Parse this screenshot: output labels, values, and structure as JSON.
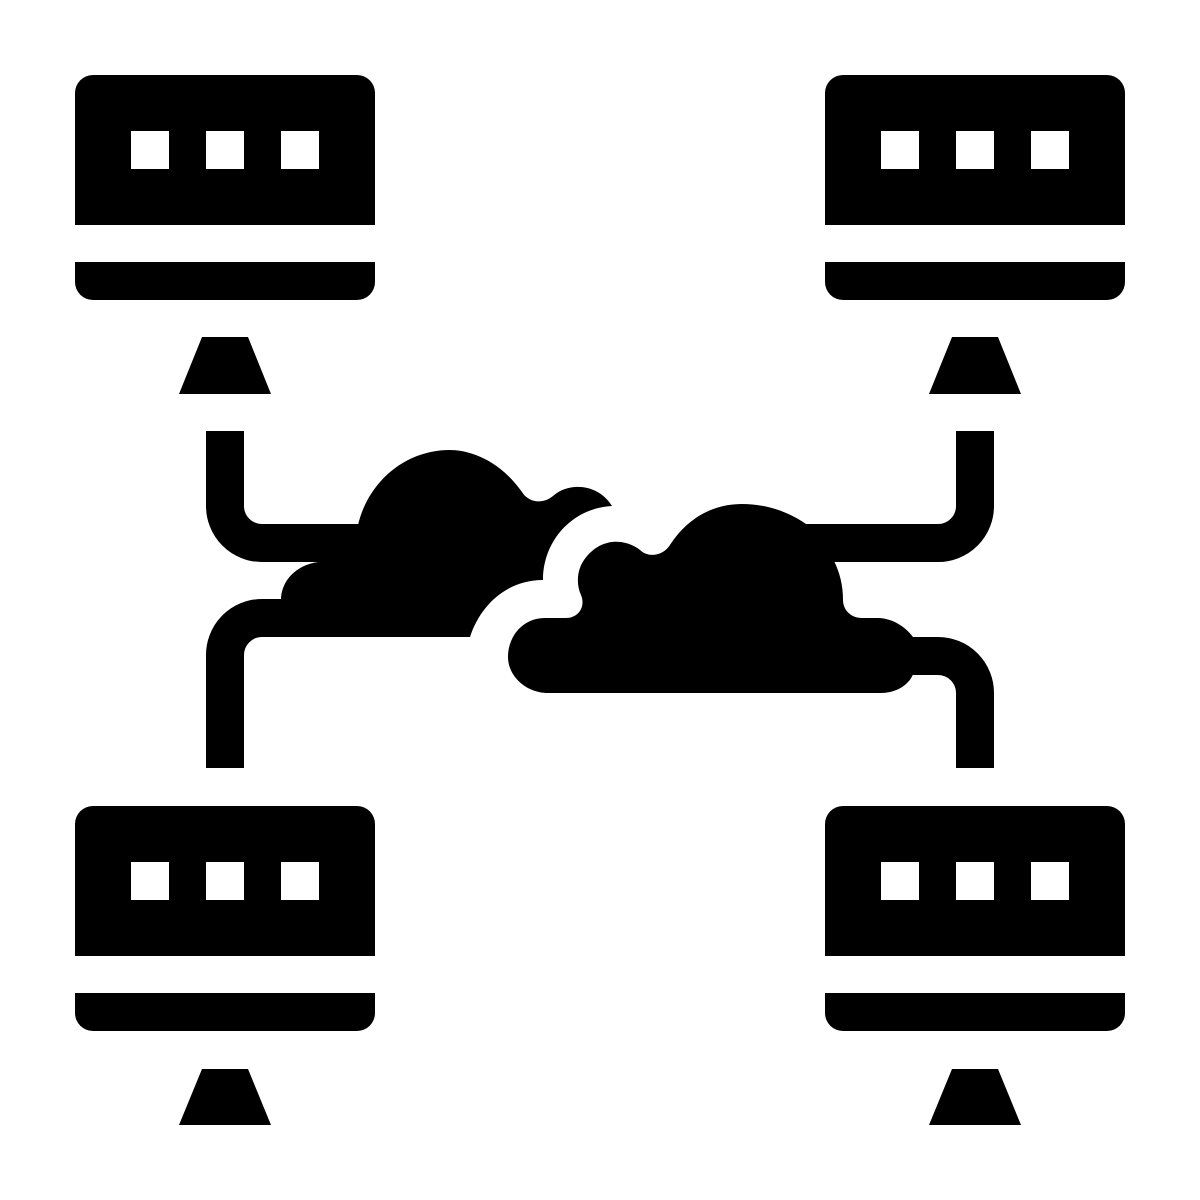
{
  "icon": {
    "name": "cloud-network-computers",
    "description_visible_text": []
  },
  "colors": {
    "foreground": "#000000",
    "background": "#ffffff"
  },
  "monitors": [
    {
      "id": "top-left",
      "screen_indicators": 3
    },
    {
      "id": "top-right",
      "screen_indicators": 3
    },
    {
      "id": "bottom-left",
      "screen_indicators": 3
    },
    {
      "id": "bottom-right",
      "screen_indicators": 3
    }
  ],
  "clouds": [
    {
      "id": "cloud-left"
    },
    {
      "id": "cloud-right"
    }
  ]
}
